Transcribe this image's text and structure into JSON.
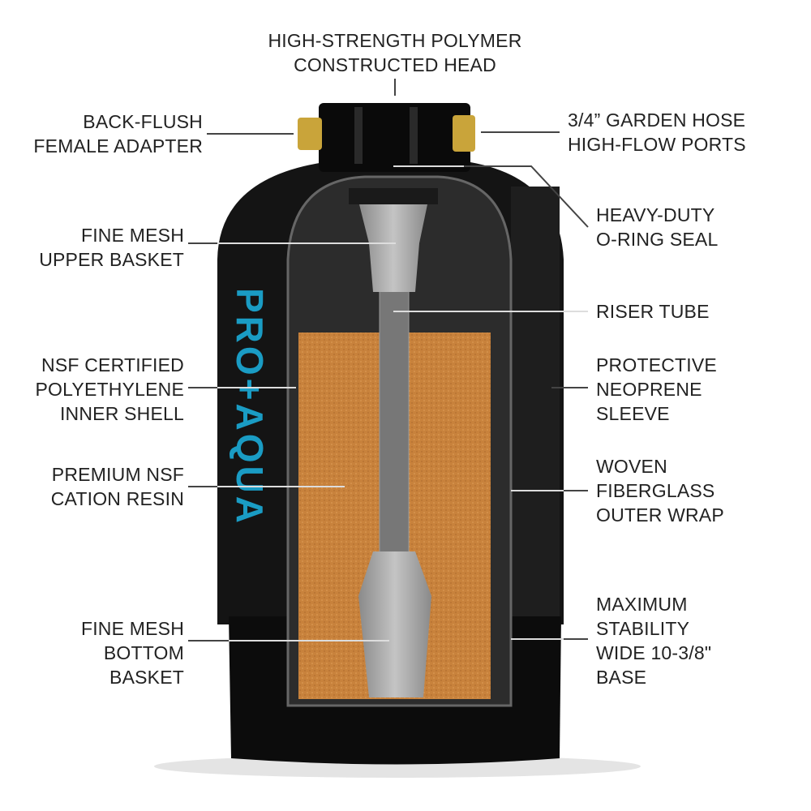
{
  "logo": {
    "text": "PRO+AQUA",
    "color": "#1a9cc4"
  },
  "colors": {
    "resin": "#c8823c",
    "body": "#111111",
    "brass": "#c9a43a",
    "leader": "#444444"
  },
  "labels": {
    "head": [
      "HIGH-STRENGTH POLYMER",
      "CONSTRUCTED HEAD"
    ],
    "backflush": [
      "BACK-FLUSH",
      "FEMALE ADAPTER"
    ],
    "hose": [
      "3/4” GARDEN HOSE",
      "HIGH-FLOW PORTS"
    ],
    "oring": [
      "HEAVY-DUTY",
      "O-RING SEAL"
    ],
    "upper_basket": [
      "FINE MESH",
      "UPPER BASKET"
    ],
    "riser": [
      "RISER TUBE"
    ],
    "inner_shell": [
      "NSF CERTIFIED",
      "POLYETHYLENE",
      "INNER SHELL"
    ],
    "sleeve": [
      "PROTECTIVE",
      "NEOPRENE",
      "SLEEVE"
    ],
    "resin": [
      "PREMIUM NSF",
      "CATION RESIN"
    ],
    "wrap": [
      "WOVEN",
      "FIBERGLASS",
      "OUTER WRAP"
    ],
    "bottom_basket": [
      "FINE MESH",
      "BOTTOM",
      "BASKET"
    ],
    "base": [
      "MAXIMUM",
      "STABILITY",
      "WIDE 10-3/8\"",
      "BASE"
    ]
  }
}
